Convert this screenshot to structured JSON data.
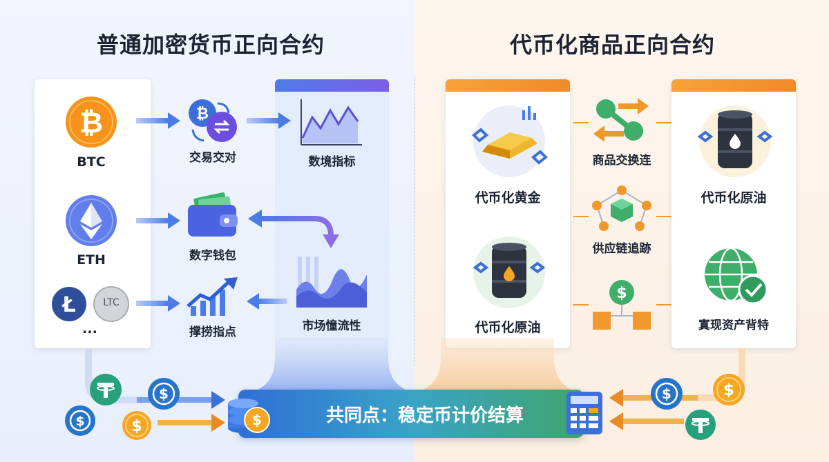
{
  "titles": {
    "left": "普通加密货币正向合约",
    "right": "代币化商品正向合约"
  },
  "left": {
    "coins": [
      {
        "symbol": "BTC",
        "icon": "bitcoin-icon"
      },
      {
        "symbol": "ETH",
        "icon": "ethereum-icon"
      },
      {
        "symbol": "LTC",
        "icon": "litecoin-icon"
      }
    ],
    "more": "...",
    "middle": [
      {
        "label": "交易交对",
        "icon": "exchange-coins-icon"
      },
      {
        "label": "数字钱包",
        "icon": "wallet-icon"
      },
      {
        "label": "撑捞指点",
        "icon": "trend-up-icon"
      }
    ],
    "right": [
      {
        "label": "数境指标",
        "icon": "line-chart-icon"
      },
      {
        "label": "市场憧流性",
        "icon": "area-chart-icon"
      }
    ]
  },
  "right": {
    "assets": [
      {
        "label": "代币化黄金",
        "icon": "gold-bar-icon"
      },
      {
        "label": "代币化原油",
        "icon": "oil-barrel-icon"
      }
    ],
    "middle": [
      {
        "label": "商品交换连",
        "icon": "swap-nodes-icon"
      },
      {
        "label": "供应链追跡",
        "icon": "network-icon"
      },
      {}
    ],
    "side": [
      {
        "label": "代币化原油",
        "icon": "oil-barrel-icon"
      },
      {
        "label": "寘现资产背特",
        "icon": "globe-check-icon"
      }
    ]
  },
  "footer": {
    "text": "共同点：稳定币计价结算"
  },
  "colors": {
    "blue_accent": "#4a7be8",
    "orange_accent": "#f0982c",
    "bitcoin": "#f7931a",
    "ethereum": "#627eea",
    "tether": "#26a17b",
    "usdc": "#2775ca"
  }
}
